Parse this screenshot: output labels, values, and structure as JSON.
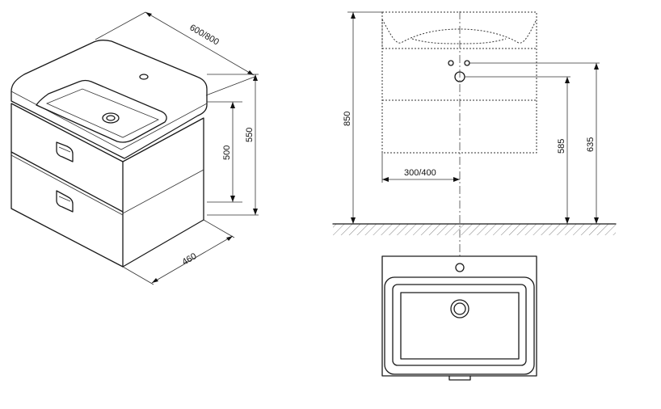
{
  "iso_view": {
    "width_label": "600/800",
    "height_body_label": "500",
    "height_total_label": "550",
    "depth_label": "460"
  },
  "front_view": {
    "total_height_label": "850",
    "offset_label": "300/400",
    "drain_height_label": "585",
    "tap_height_label": "635"
  }
}
